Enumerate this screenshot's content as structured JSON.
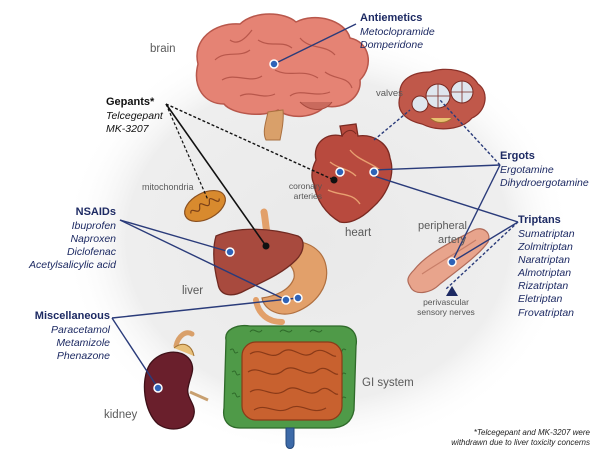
{
  "organs": {
    "brain": "brain",
    "valves": "valves",
    "mitochondria": "mitochondria",
    "coronary": [
      "coronary",
      "arteries"
    ],
    "heart": "heart",
    "peripheral": [
      "peripheral",
      "artery"
    ],
    "liver": "liver",
    "perivascular": [
      "perivascular",
      "sensory nerves"
    ],
    "gi": "GI system",
    "kidney": "kidney"
  },
  "groups": {
    "antiemetics": {
      "title": "Antiemetics",
      "drugs": [
        "Metoclopramide",
        "Domperidone"
      ]
    },
    "gepants": {
      "title": "Gepants*",
      "drugs": [
        "Telcegepant",
        "MK-3207"
      ]
    },
    "ergots": {
      "title": "Ergots",
      "drugs": [
        "Ergotamine",
        "Dihydroergotamine"
      ]
    },
    "nsaids": {
      "title": "NSAIDs",
      "drugs": [
        "Ibuprofen",
        "Naproxen",
        "Diclofenac",
        "Acetylsalicylic acid"
      ]
    },
    "triptans": {
      "title": "Triptans",
      "drugs": [
        "Sumatriptan",
        "Zolmitriptan",
        "Naratriptan",
        "Almotriptan",
        "Rizatriptan",
        "Eletriptan",
        "Frovatriptan"
      ]
    },
    "misc": {
      "title": "Miscellaneous",
      "drugs": [
        "Paracetamol",
        "Metamizole",
        "Phenazone"
      ]
    }
  },
  "footnote": [
    "*Telcegepant and MK-3207 were",
    "withdrawn due to liver toxicity concerns"
  ],
  "colors": {
    "navy": "#1d2a63",
    "line": "#2a3b7a",
    "brain": "#e58374",
    "heart": "#b84a3e",
    "liver": "#a84a3e",
    "stomach": "#e2a06a",
    "intestine": "#c8612f",
    "colon": "#4f9a48",
    "kidney": "#6a1f2c"
  }
}
